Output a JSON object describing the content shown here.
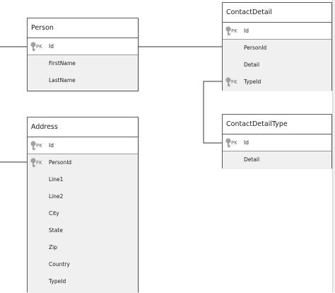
{
  "entities": [
    {
      "title": "Person",
      "rows": [
        {
          "badge": "PK",
          "name": "Id",
          "keyed": true
        },
        {
          "badge": "",
          "name": "FirstName",
          "keyed": false
        },
        {
          "badge": "",
          "name": "LastName",
          "keyed": false
        }
      ]
    },
    {
      "title": "Address",
      "rows": [
        {
          "badge": "PK",
          "name": "Id",
          "keyed": true
        },
        {
          "badge": "FK",
          "name": "PersonId",
          "keyed": true
        },
        {
          "badge": "",
          "name": "Line1",
          "keyed": false
        },
        {
          "badge": "",
          "name": "Line2",
          "keyed": false
        },
        {
          "badge": "",
          "name": "City",
          "keyed": false
        },
        {
          "badge": "",
          "name": "State",
          "keyed": false
        },
        {
          "badge": "",
          "name": "Zip",
          "keyed": false
        },
        {
          "badge": "",
          "name": "Country",
          "keyed": false
        },
        {
          "badge": "",
          "name": "TypeId",
          "keyed": false
        }
      ]
    },
    {
      "title": "ContactDetail",
      "rows": [
        {
          "badge": "PK",
          "name": "Id",
          "keyed": true
        },
        {
          "badge": "",
          "name": "PersonId",
          "keyed": false
        },
        {
          "badge": "",
          "name": "Detail",
          "keyed": false
        },
        {
          "badge": "FK",
          "name": "TypeId",
          "keyed": true
        }
      ]
    },
    {
      "title": "ContactDetailType",
      "rows": [
        {
          "badge": "PK",
          "name": "Id",
          "keyed": true
        },
        {
          "badge": "",
          "name": "Detail",
          "keyed": false
        }
      ]
    }
  ],
  "colors": {
    "border": "#5a5a5a",
    "field_fill": "#f0f0f0",
    "key_icon": "#a0a0a0",
    "connector": "#333333"
  },
  "icons": {
    "key": "key-icon"
  }
}
